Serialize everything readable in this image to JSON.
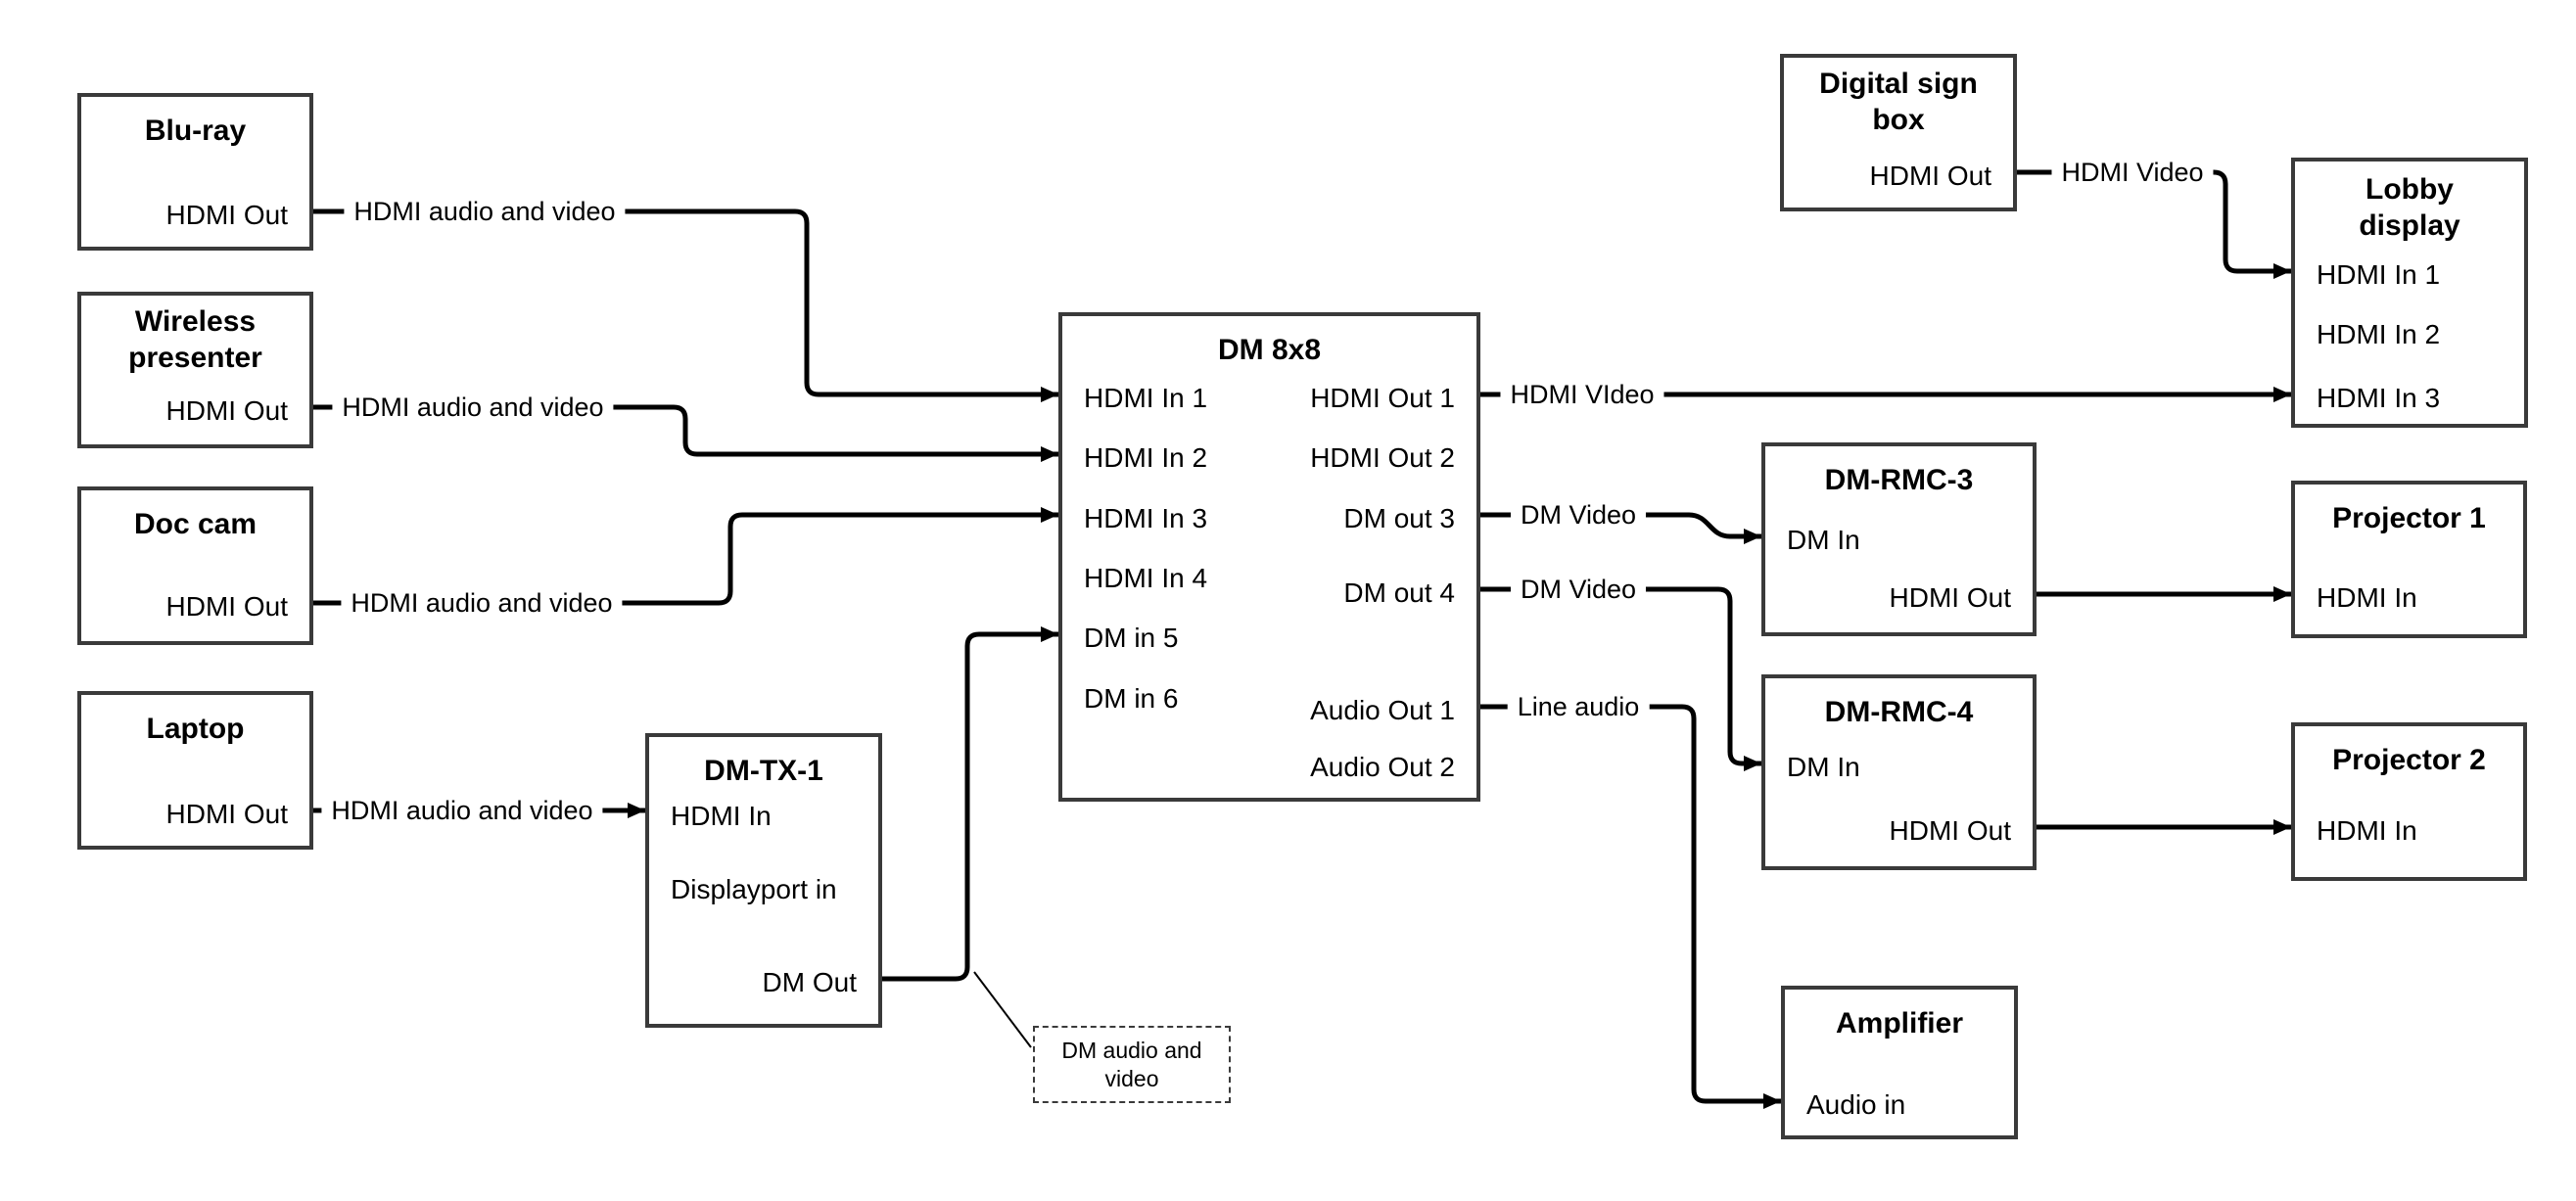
{
  "colors": {
    "wire": "#000000",
    "box_border": "#3a3a3a",
    "background": "#ffffff",
    "text": "#000000"
  },
  "nodes": {
    "bluray": {
      "title": "Blu-ray",
      "ports": {
        "hdmi_out": "HDMI Out"
      }
    },
    "wireless": {
      "title": "Wireless presenter",
      "ports": {
        "hdmi_out": "HDMI Out"
      }
    },
    "doccam": {
      "title": "Doc cam",
      "ports": {
        "hdmi_out": "HDMI Out"
      }
    },
    "laptop": {
      "title": "Laptop",
      "ports": {
        "hdmi_out": "HDMI Out"
      }
    },
    "dmtx1": {
      "title": "DM-TX-1",
      "ports": {
        "hdmi_in": "HDMI In",
        "displayport_in": "Displayport in",
        "dm_out": "DM Out"
      }
    },
    "dm8x8": {
      "title": "DM 8x8",
      "ports": {
        "hdmi_in_1": "HDMI In 1",
        "hdmi_in_2": "HDMI In 2",
        "hdmi_in_3": "HDMI In 3",
        "hdmi_in_4": "HDMI In 4",
        "dm_in_5": "DM in 5",
        "dm_in_6": "DM in 6",
        "hdmi_out_1": "HDMI Out 1",
        "hdmi_out_2": "HDMI Out 2",
        "dm_out_3": "DM out 3",
        "dm_out_4": "DM out 4",
        "audio_out_1": "Audio Out 1",
        "audio_out_2": "Audio Out 2"
      }
    },
    "digital_sign": {
      "title": "Digital sign box",
      "ports": {
        "hdmi_out": "HDMI Out"
      }
    },
    "lobby": {
      "title": "Lobby display",
      "ports": {
        "hdmi_in_1": "HDMI In 1",
        "hdmi_in_2": "HDMI In 2",
        "hdmi_in_3": "HDMI In 3"
      }
    },
    "dmrmc3": {
      "title": "DM-RMC-3",
      "ports": {
        "dm_in": "DM In",
        "hdmi_out": "HDMI Out"
      }
    },
    "proj1": {
      "title": "Projector 1",
      "ports": {
        "hdmi_in": "HDMI In"
      }
    },
    "dmrmc4": {
      "title": "DM-RMC-4",
      "ports": {
        "dm_in": "DM In",
        "hdmi_out": "HDMI Out"
      }
    },
    "proj2": {
      "title": "Projector 2",
      "ports": {
        "hdmi_in": "HDMI In"
      }
    },
    "amplifier": {
      "title": "Amplifier",
      "ports": {
        "audio_in": "Audio in"
      }
    }
  },
  "wire_labels": {
    "bluray_to_dm8x8": "HDMI audio and video",
    "wireless_to_dm8x8": "HDMI audio and video",
    "doccam_to_dm8x8": "HDMI audio and video",
    "laptop_to_dmtx1": "HDMI audio and video",
    "dm8x8_out1_to_lobby": "HDMI VIdeo",
    "dm8x8_out3_to_dmrmc3": "DM Video",
    "dm8x8_out4_to_dmrmc4": "DM Video",
    "dm8x8_aout1_to_amp": "Line audio",
    "digital_sign_to_lobby": "HDMI Video"
  },
  "note": {
    "text": "DM audio and video"
  }
}
